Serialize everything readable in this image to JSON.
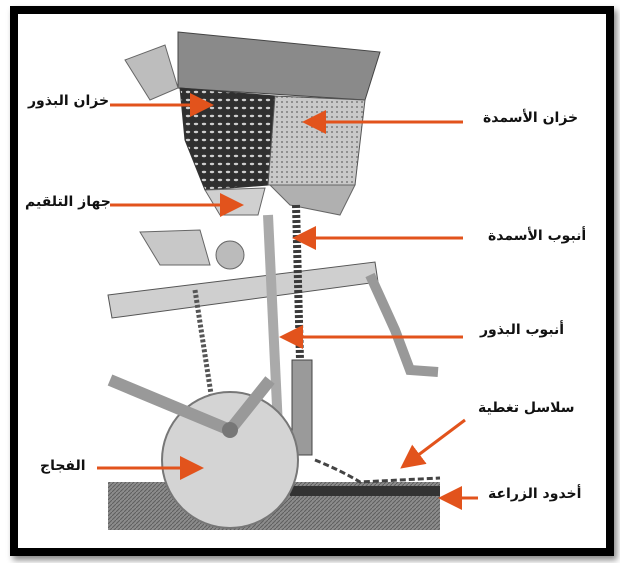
{
  "labels": {
    "seed_hopper": "خزان البذور",
    "fertilizer_hopper": "خزان الأسمدة",
    "feed_mechanism": "جهاز التلقيم",
    "fertilizer_tube": "أنبوب الأسمدة",
    "seed_tube": "أنبوب البذور",
    "covering_chains": "سلاسل تغطية",
    "disc_opener": "الفجاج",
    "planting_furrow": "أخدود الزراعة"
  },
  "colors": {
    "arrow": "#e2531c",
    "frame": "#000000"
  }
}
